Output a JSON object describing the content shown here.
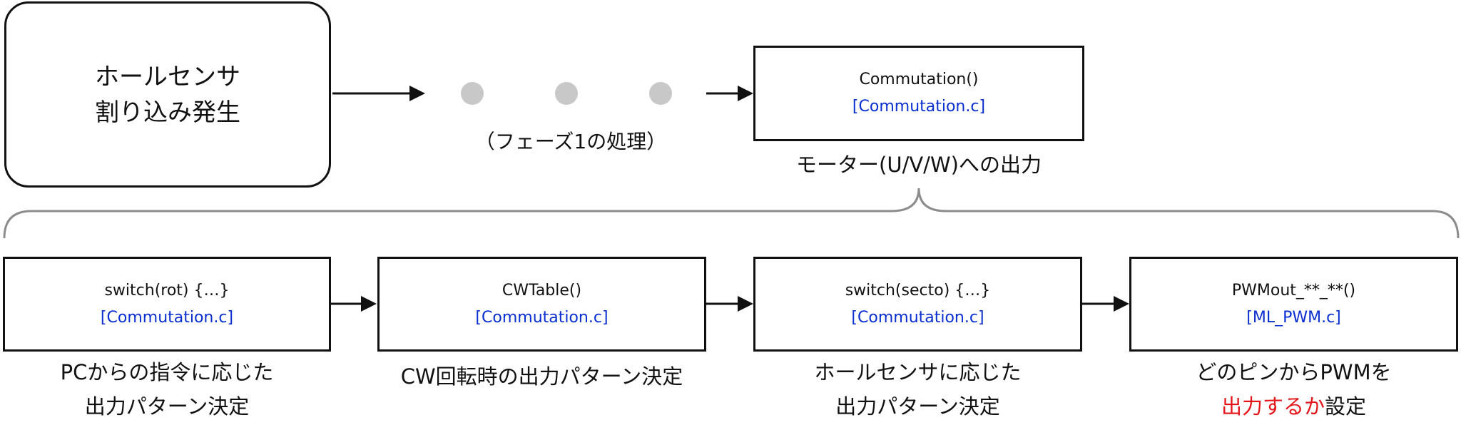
{
  "start": {
    "line1": "ホールセンサ",
    "line2": "割り込み発生"
  },
  "phase_note": "（フェーズ1の処理）",
  "commutation": {
    "function": "Commutation()",
    "file": "[Commutation.c]",
    "caption": "モーター(U/V/W)への出力"
  },
  "steps": [
    {
      "function": "switch(rot) {…}",
      "file": "[Commutation.c]",
      "caption_line1": "PCからの指令に応じた",
      "caption_line2": "出力パターン決定"
    },
    {
      "function": "CWTable()",
      "file": "[Commutation.c]",
      "caption_line1": "CW回転時の出力パターン決定"
    },
    {
      "function": "switch(secto) {…}",
      "file": "[Commutation.c]",
      "caption_line1": "ホールセンサに応じた",
      "caption_line2": "出力パターン決定"
    },
    {
      "function": "PWMout_**_**()",
      "file": "[ML_PWM.c]",
      "caption_line1": "どのピンからPWMを",
      "caption_line2_highlight": "出力するか",
      "caption_line2_rest": "設定"
    }
  ],
  "colors": {
    "file_link": "#0a2fd0",
    "highlight": "#e4151a",
    "dot": "#c8c8c8",
    "brace": "#8c8c8c"
  }
}
